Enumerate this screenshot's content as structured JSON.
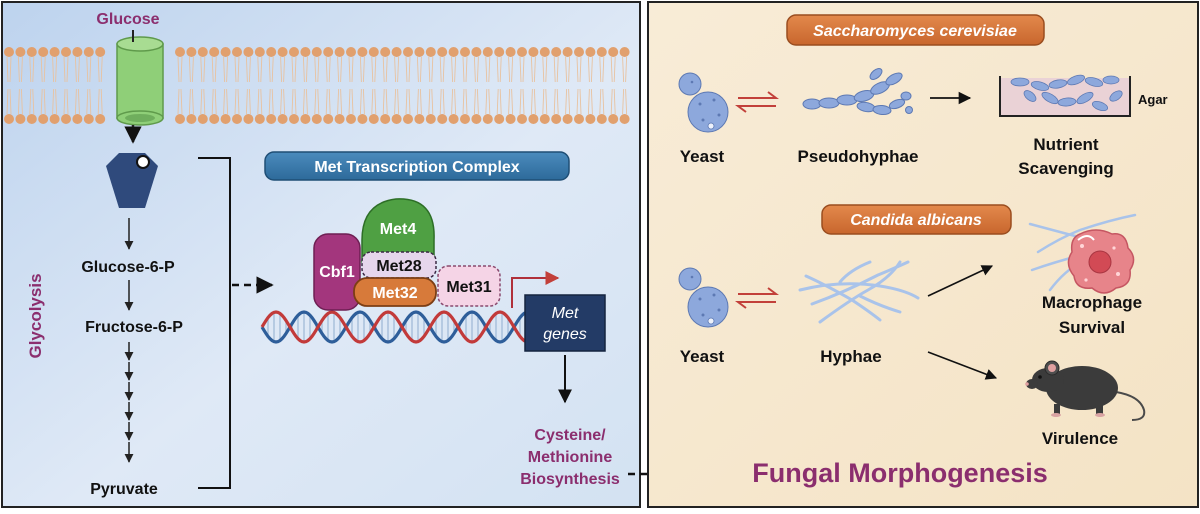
{
  "left_panel": {
    "glucose_label": "Glucose",
    "pathway_label": "Glycolysis",
    "steps": [
      "Glucose-6-P",
      "Fructose-6-P",
      "Pyruvate"
    ],
    "complex_title": "Met Transcription Complex",
    "proteins": [
      "Met4",
      "Cbf1",
      "Met28",
      "Met32",
      "Met31"
    ],
    "met_genes": [
      "Met",
      "genes"
    ],
    "biosynthesis": [
      "Cysteine/",
      "Methionine",
      "Biosynthesis"
    ]
  },
  "right_panel": {
    "species_1": "Saccharomyces cerevisiae",
    "species_2": "Candida albicans",
    "yeast_label_1": "Yeast",
    "yeast_label_2": "Yeast",
    "pseudohyphae_label": "Pseudohyphae",
    "agar_label": "Agar",
    "nutrient_label": [
      "Nutrient",
      "Scavenging"
    ],
    "hyphae_label": "Hyphae",
    "macrophage_label": [
      "Macrophage",
      "Survival"
    ],
    "virulence_label": "Virulence",
    "conclusion": "Fungal Morphogenesis"
  },
  "colors": {
    "purple": "#8b2e6e",
    "complex_blue": "#2f6e9e",
    "species_orange": "#d9773a",
    "met4_green": "#4fa043",
    "cbf1_magenta": "#a3367d",
    "met32_orange": "#d77a3a",
    "met_genes_navy": "#233b66",
    "membrane_orange": "#e1a06e",
    "channel_green": "#8fcf78",
    "yeast_blue": "#8da8dc"
  }
}
